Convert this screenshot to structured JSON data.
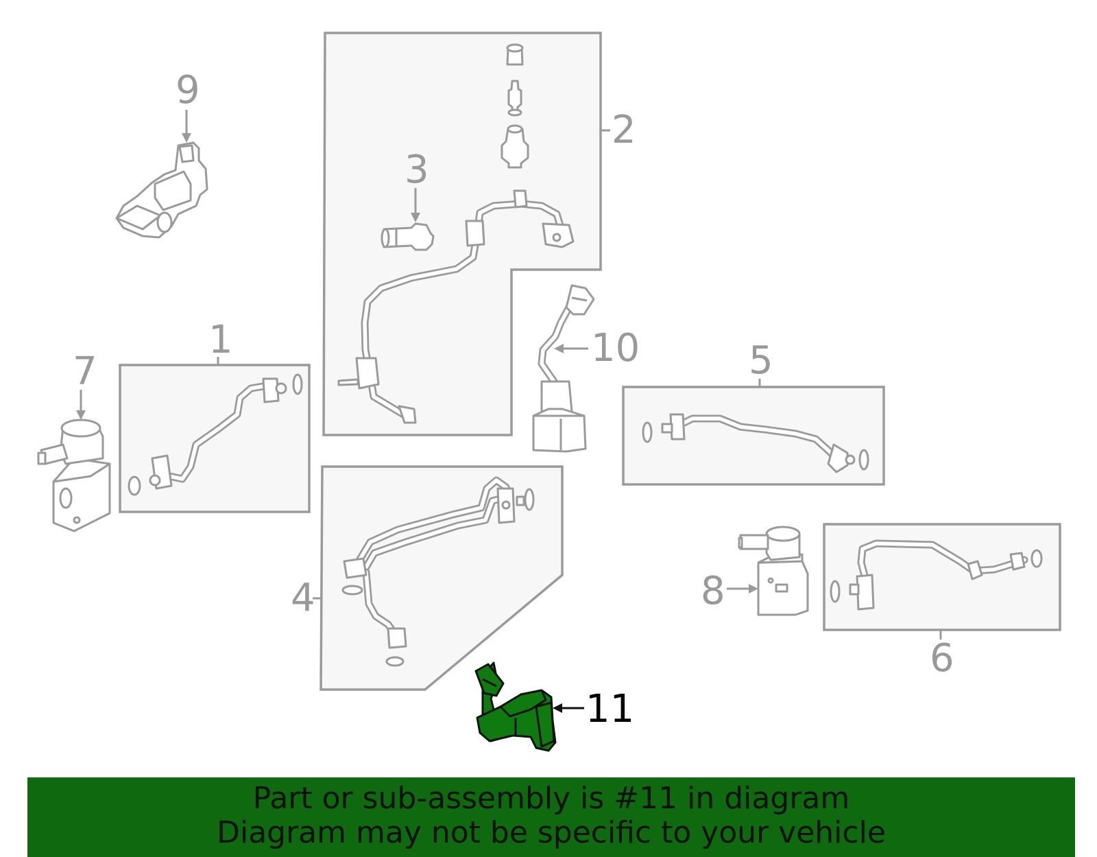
{
  "diagram": {
    "callouts": [
      {
        "id": "1",
        "label": "1"
      },
      {
        "id": "2",
        "label": "2"
      },
      {
        "id": "3",
        "label": "3"
      },
      {
        "id": "4",
        "label": "4"
      },
      {
        "id": "5",
        "label": "5"
      },
      {
        "id": "6",
        "label": "6"
      },
      {
        "id": "7",
        "label": "7"
      },
      {
        "id": "8",
        "label": "8"
      },
      {
        "id": "9",
        "label": "9"
      },
      {
        "id": "10",
        "label": "10"
      },
      {
        "id": "11",
        "label": "11"
      }
    ],
    "highlighted_part": "11",
    "colors": {
      "highlight": "#0f7a0f",
      "outline": "#9a9a9a",
      "banner": "#0f6a0f"
    }
  },
  "banner": {
    "line1": "Part or sub-assembly is #11 in diagram",
    "line2": "Diagram may not be specific to your vehicle"
  }
}
